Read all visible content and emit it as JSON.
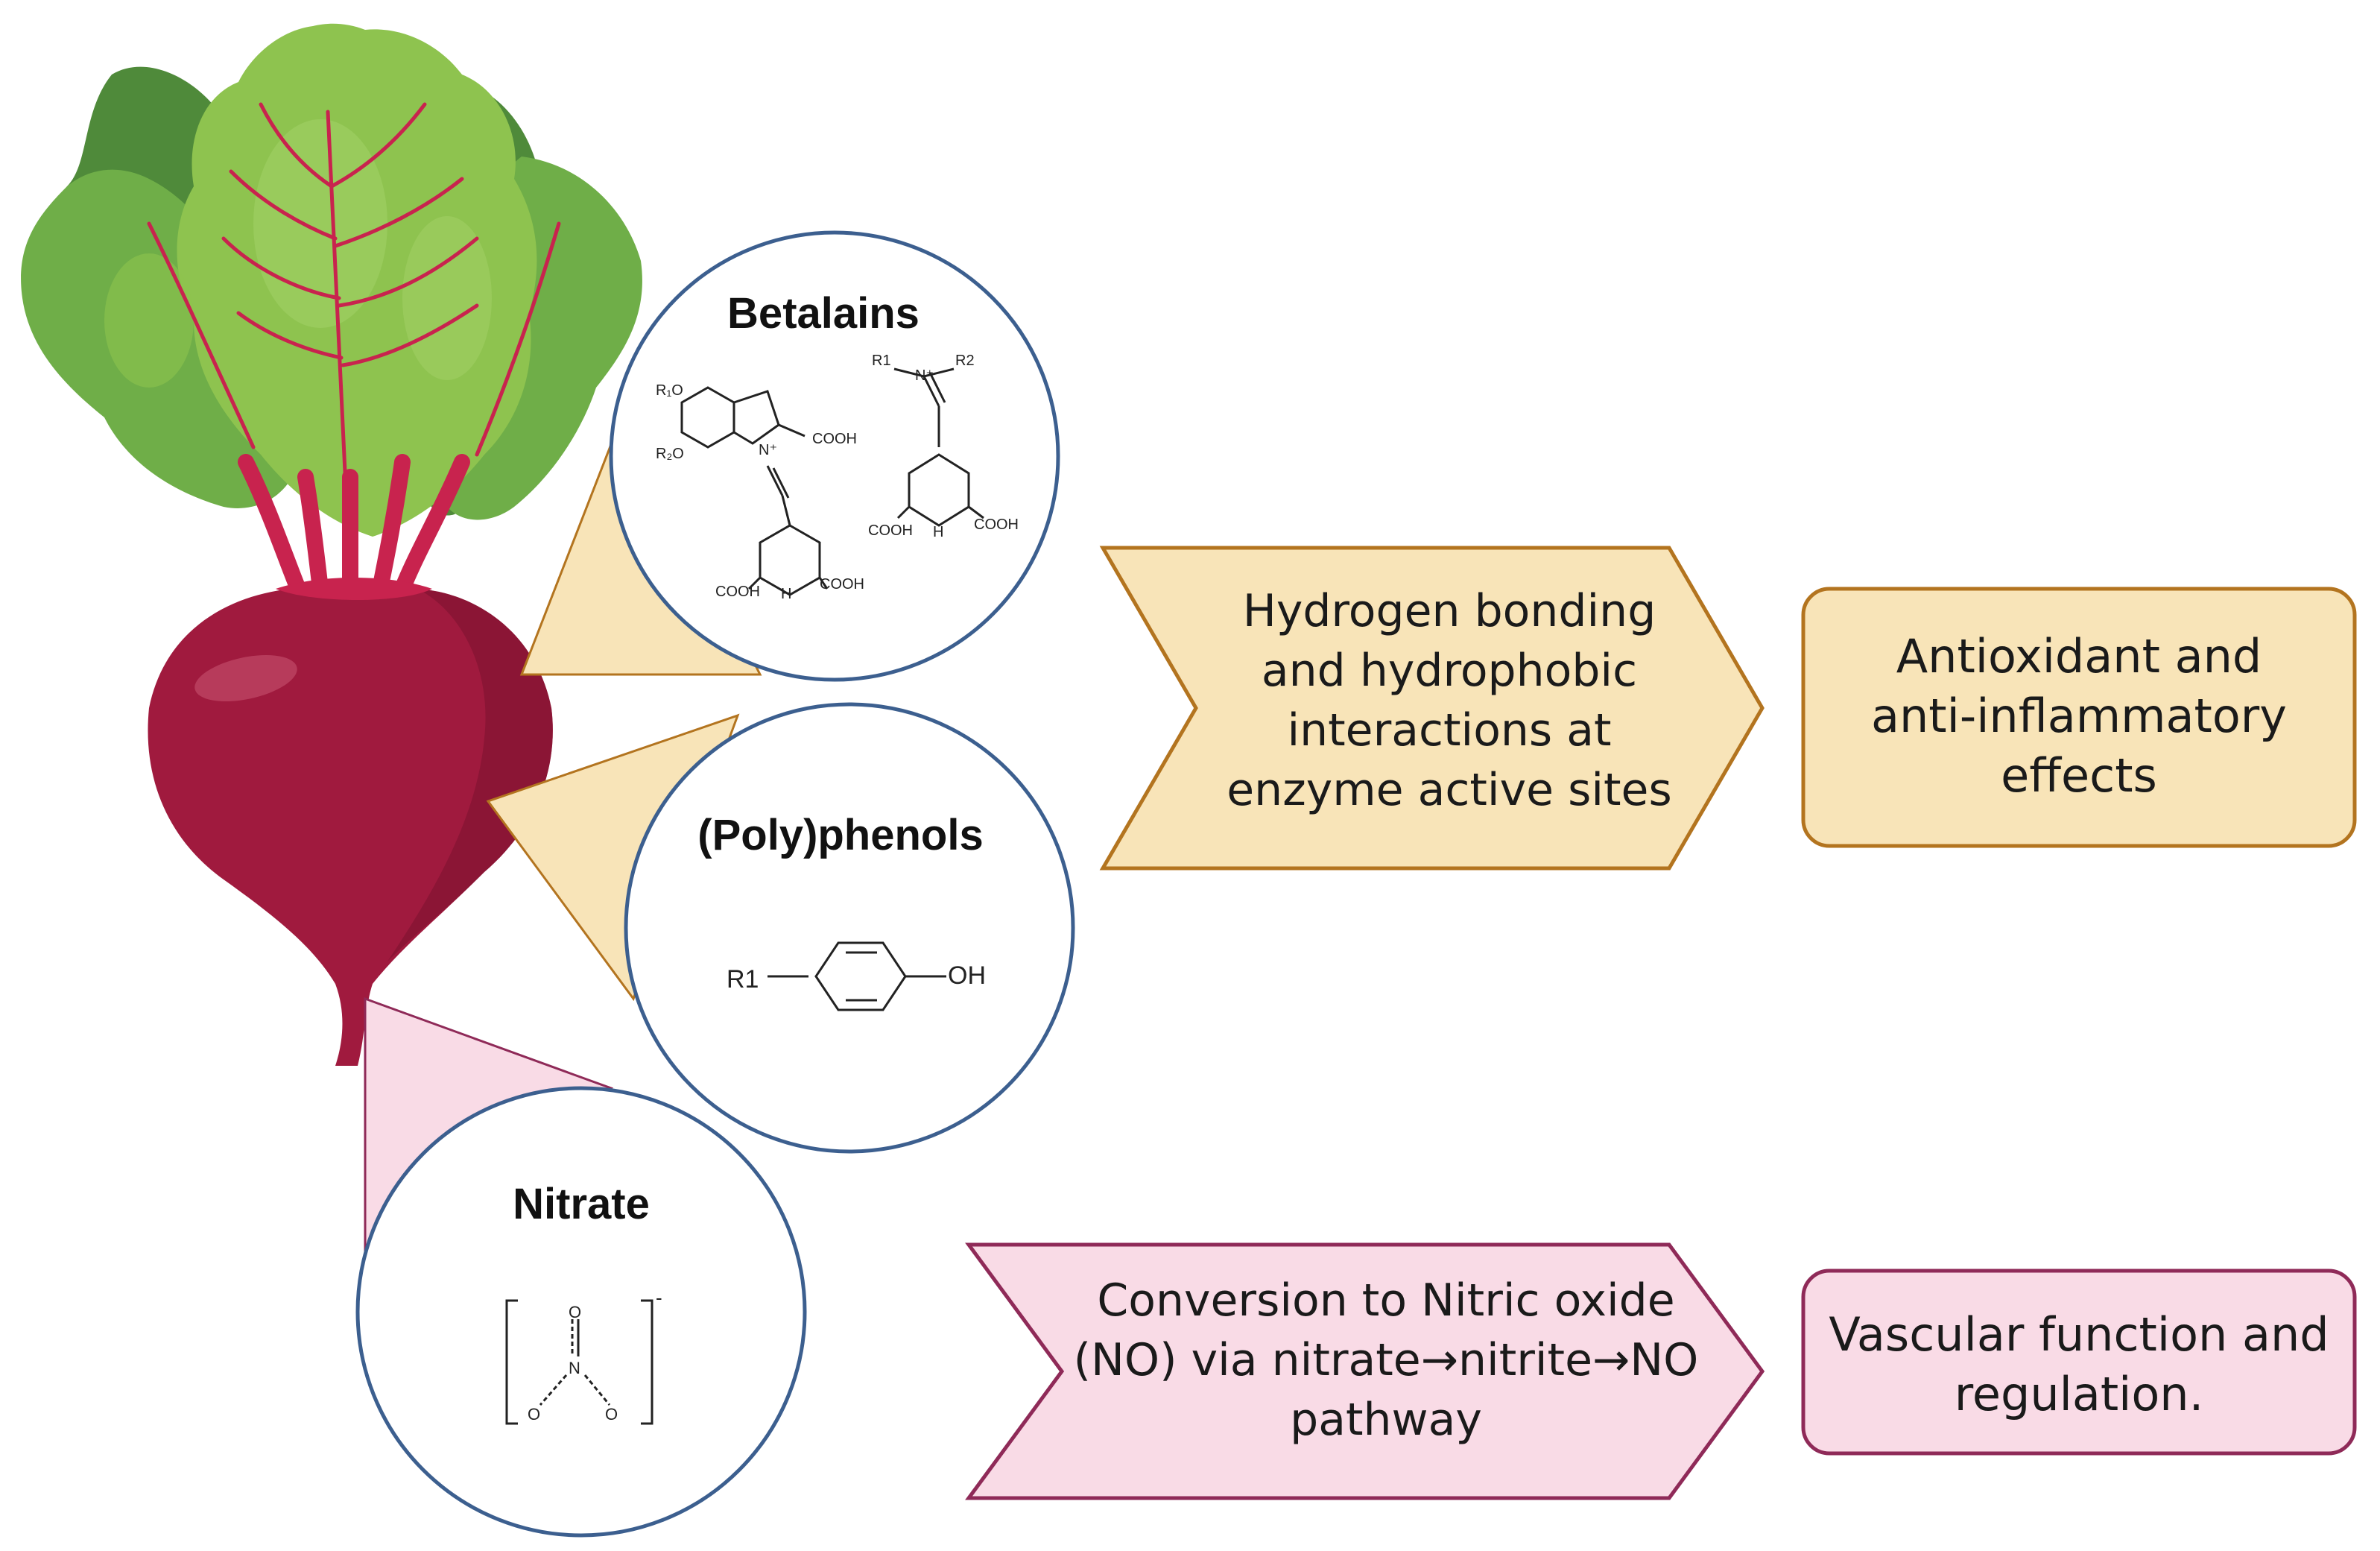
{
  "compounds": {
    "betalains": {
      "title": "Betalains",
      "labels": {
        "r1o": "R₁O",
        "r2o": "R₂O",
        "nplus": "N⁺",
        "cooh_a": "COOH",
        "cooh_b": "COOH",
        "h_a": "H",
        "cooh_c": "COOH",
        "r1": "R1",
        "n2plus": "N⁺",
        "r2": "R2",
        "cooh_d": "COOH",
        "h_b": "H",
        "cooh_e": "COOH"
      }
    },
    "polyphenols": {
      "title": "(Poly)phenols",
      "labels": {
        "r1": "R1",
        "oh": "OH"
      }
    },
    "nitrate": {
      "title": "Nitrate",
      "labels": {
        "o_top": "O",
        "n": "N",
        "o_left": "O",
        "o_right": "O",
        "charge": "-"
      }
    }
  },
  "mechanisms": {
    "betalain_phenol": {
      "lines": [
        "Hydrogen bonding",
        "and hydrophobic",
        "interactions at",
        "enzyme active sites"
      ],
      "fill": "#f8e4b8",
      "stroke": "#b3741f"
    },
    "nitrate": {
      "lines": [
        "Conversion to Nitric oxide",
        "(NO) via nitrate→nitrite→NO",
        "pathway"
      ],
      "fill": "#f9dbe6",
      "stroke": "#8f2a58"
    }
  },
  "effects": {
    "antioxidant": {
      "lines": [
        "Antioxidant and",
        "anti-inflammatory",
        "effects"
      ],
      "fill": "#f8e4b8",
      "stroke": "#b3741f"
    },
    "vascular": {
      "lines": [
        "Vascular function and",
        "regulation."
      ],
      "fill": "#f9dbe6",
      "stroke": "#8f2a58"
    }
  },
  "colors": {
    "circle_stroke": "#3c5f8f",
    "beet": "#a01a3e",
    "leaf": "#7cb342",
    "leaf_dark": "#4f8a3a",
    "stem": "#c8234e"
  }
}
